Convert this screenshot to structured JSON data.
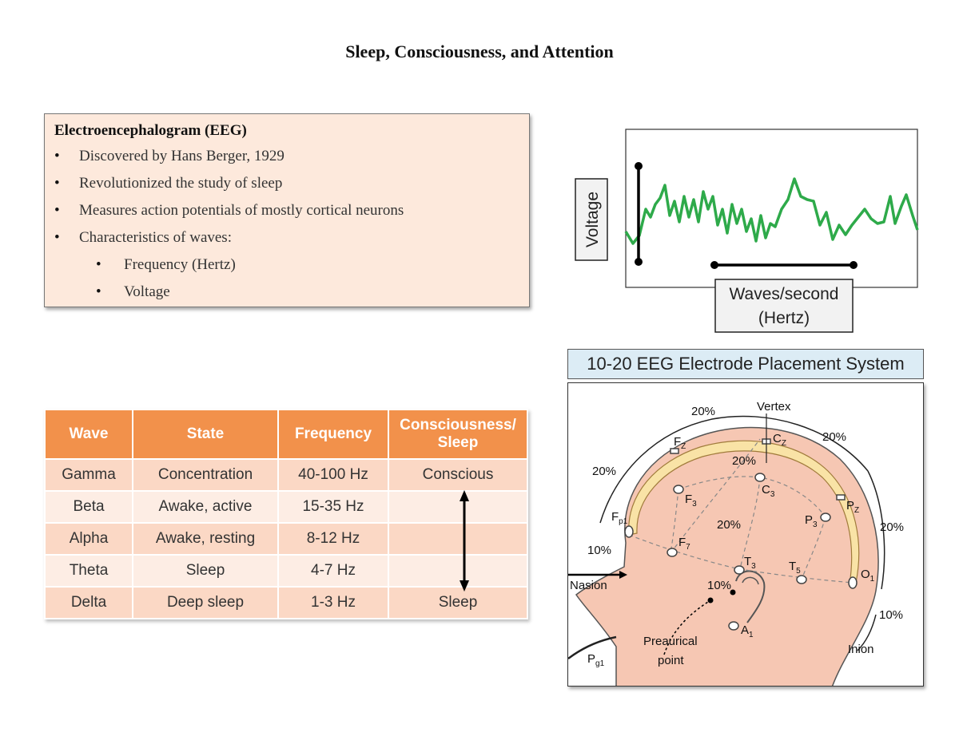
{
  "title": "Sleep, Consciousness, and Attention",
  "eeg": {
    "heading": "Electroencephalogram (EEG)",
    "bullets": [
      "Discovered by Hans Berger, 1929",
      "Revolutionized the study of sleep",
      "Measures action potentials of mostly cortical neurons",
      "Characteristics of waves:"
    ],
    "sub_bullets": [
      "Frequency (Hertz)",
      "Voltage"
    ]
  },
  "wave_diagram": {
    "y_label": "Voltage",
    "x_label_line1": "Waves/second",
    "x_label_line2": "(Hertz)",
    "trace_color": "#2eaa4a"
  },
  "table": {
    "headers": [
      "Wave",
      "State",
      "Frequency",
      "Consciousness/",
      "Sleep"
    ],
    "rows": [
      {
        "wave": "Gamma",
        "state": "Concentration",
        "freq": "40-100 Hz",
        "cs": "Conscious"
      },
      {
        "wave": "Beta",
        "state": "Awake, active",
        "freq": "15-35 Hz",
        "cs": ""
      },
      {
        "wave": "Alpha",
        "state": "Awake, resting",
        "freq": "8-12 Hz",
        "cs": ""
      },
      {
        "wave": "Theta",
        "state": "Sleep",
        "freq": "4-7 Hz",
        "cs": ""
      },
      {
        "wave": "Delta",
        "state": "Deep sleep",
        "freq": "1-3 Hz",
        "cs": "Sleep"
      }
    ],
    "header_color": "#f2914b"
  },
  "placement": {
    "title": "10-20 EEG Electrode Placement System",
    "labels": {
      "vertex": "Vertex",
      "pct20": "20%",
      "pct10": "10%",
      "nasion": "Nasion",
      "inion": "Inion",
      "preauricular1": "Preaurical",
      "preauricular2": "point"
    },
    "electrodes": {
      "fz": "F",
      "fz_sub": "Z",
      "cz": "C",
      "cz_sub": "Z",
      "pz": "P",
      "pz_sub": "Z",
      "fp1": "F",
      "fp1_sub": "p1",
      "f3": "F",
      "f3_sub": "3",
      "c3": "C",
      "c3_sub": "3",
      "p3": "P",
      "p3_sub": "3",
      "f7": "F",
      "f7_sub": "7",
      "t3": "T",
      "t3_sub": "3",
      "t5": "T",
      "t5_sub": "5",
      "o1": "O",
      "o1_sub": "1",
      "a1": "A",
      "a1_sub": "1",
      "pg1": "P",
      "pg1_sub": "g1"
    },
    "skin_color": "#f6c7b3",
    "skull_color": "#f9e3a6"
  }
}
